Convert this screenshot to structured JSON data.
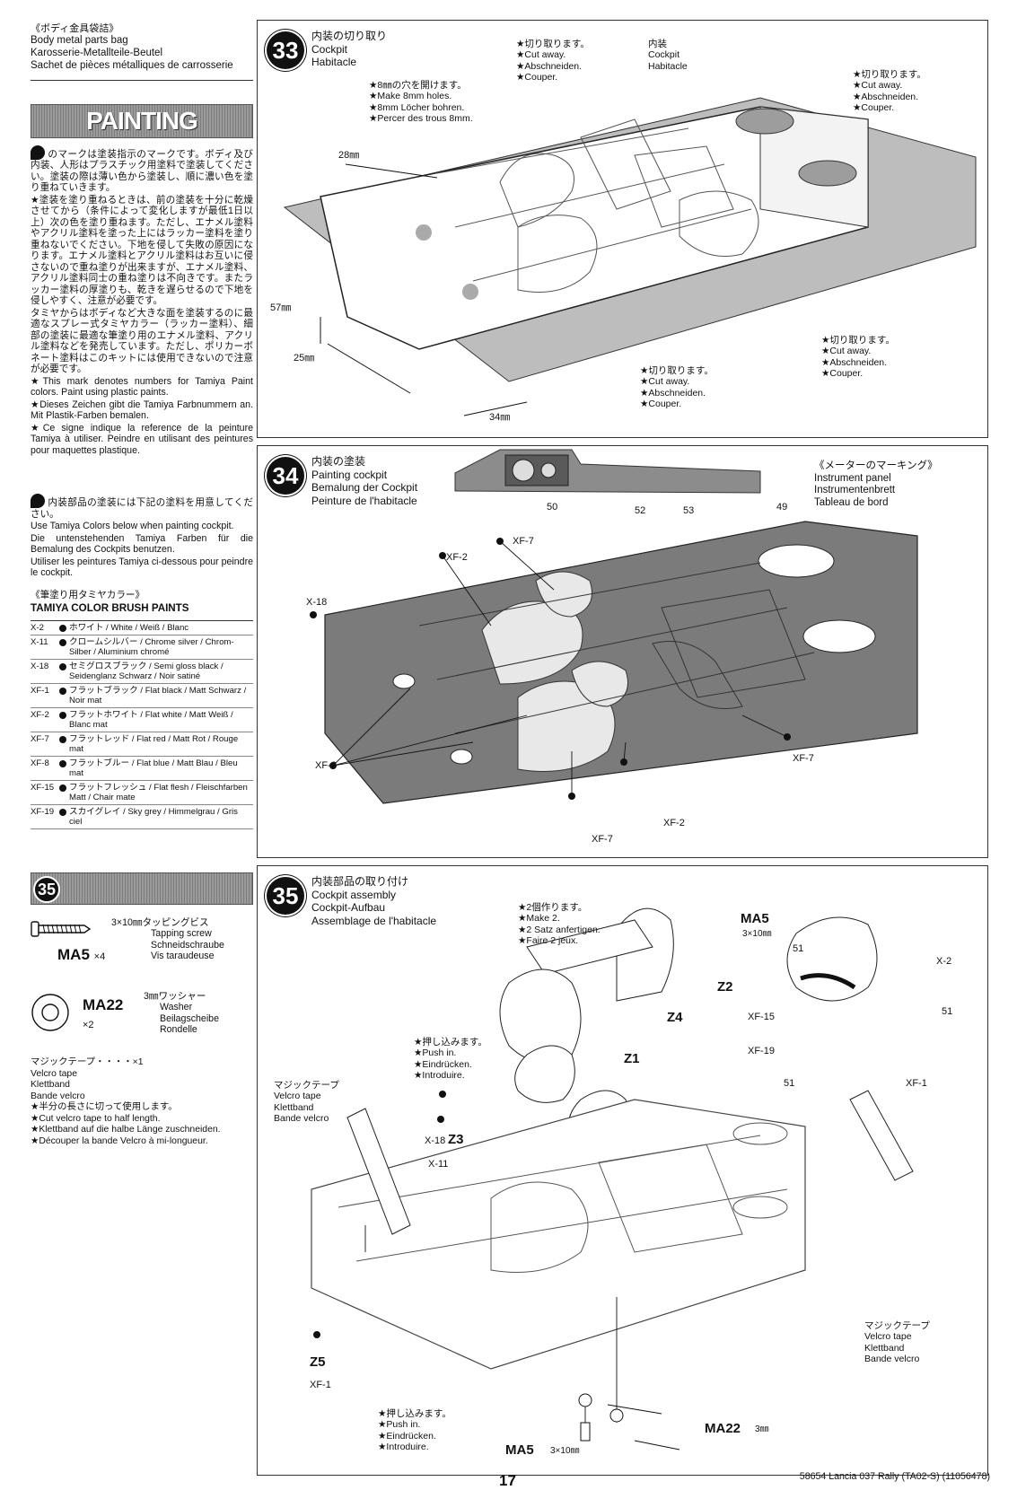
{
  "bag": {
    "jp": "《ボディ金具袋詰》",
    "en": "Body metal parts bag",
    "de": "Karosserie-Metallteile-Beutel",
    "fr": "Sachet de pièces métalliques de carrosserie"
  },
  "painting": {
    "title": "PAINTING",
    "mark_jp": "のマークは塗装指示のマークです。ボディ及び内装、人形はプラスチック用塗料で塗装してください。塗装の際は薄い色から塗装し、順に濃い色を塗り重ねていきます。",
    "star_jp": "★塗装を塗り重ねるときは、前の塗装を十分に乾燥させてから（条件によって変化しますが最低1日以上）次の色を塗り重ねます。ただし、エナメル塗料やアクリル塗料を塗った上にはラッカー塗料を塗り重ねないでください。下地を侵して失敗の原因になります。エナメル塗料とアクリル塗料はお互いに侵さないので重ね塗りが出来ますが、エナメル塗料、アクリル塗料同士の重ね塗りは不向きです。またラッカー塗料の厚塗りも、乾きを遅らせるので下地を侵しやすく、注意が必要です。",
    "spray_jp": "タミヤからはボディなど大きな面を塗装するのに最適なスプレー式タミヤカラー（ラッカー塗料）、細部の塗装に最適な筆塗り用のエナメル塗料、アクリル塗料などを発売しています。ただし、ポリカーボネート塗料はこのキットには使用できないので注意が必要です。",
    "en": "★This mark denotes numbers for Tamiya Paint colors. Paint using plastic paints.",
    "de": "★Dieses Zeichen gibt die Tamiya Farbnummern an. Mit Plastik-Farben bemalen.",
    "fr": "★Ce signe indique la reference de la peinture Tamiya à utiliser. Peindre en utilisant des peintures pour maquettes plastique."
  },
  "cockpit_paint": {
    "jp": "内装部品の塗装には下記の塗料を用意してください。",
    "en": "Use Tamiya Colors below when painting cockpit.",
    "de": "Die untenstehenden Tamiya Farben für die Bemalung des Cockpits benutzen.",
    "fr": "Utiliser les peintures Tamiya ci-dessous pour peindre le cockpit."
  },
  "brush": {
    "jp": "《筆塗り用タミヤカラー》",
    "en": "TAMIYA COLOR BRUSH PAINTS",
    "colors": [
      {
        "code": "X-2",
        "name": "ホワイト / White / Weiß / Blanc"
      },
      {
        "code": "X-11",
        "name": "クロームシルバー / Chrome silver / Chrom-Silber / Aluminium chromé"
      },
      {
        "code": "X-18",
        "name": "セミグロスブラック / Semi gloss black / Seidenglanz Schwarz / Noir satiné"
      },
      {
        "code": "XF-1",
        "name": "フラットブラック / Flat black / Matt Schwarz / Noir mat"
      },
      {
        "code": "XF-2",
        "name": "フラットホワイト / Flat white / Matt Weiß / Blanc mat"
      },
      {
        "code": "XF-7",
        "name": "フラットレッド / Flat red / Matt Rot / Rouge mat"
      },
      {
        "code": "XF-8",
        "name": "フラットブルー / Flat blue / Matt Blau / Bleu mat"
      },
      {
        "code": "XF-15",
        "name": "フラットフレッシュ / Flat flesh / Fleischfarben Matt / Chair mate"
      },
      {
        "code": "XF-19",
        "name": "スカイグレイ / Sky grey / Himmelgrau / Gris ciel"
      }
    ]
  },
  "parts35": {
    "step": "35",
    "ma5": {
      "name": "MA5",
      "qty": "×4",
      "jp": "3×10㎜タッピングビス",
      "en": "Tapping screw",
      "de": "Schneidschraube",
      "fr": "Vis taraudeuse"
    },
    "ma22": {
      "name": "MA22",
      "qty": "×2",
      "jp": "3㎜ワッシャー",
      "en": "Washer",
      "de": "Beilagscheibe",
      "fr": "Rondelle"
    },
    "velcro": {
      "jp": "マジックテープ・・・・×1",
      "en": "Velcro tape",
      "de": "Klettband",
      "fr": "Bande velcro",
      "half_jp": "★半分の長さに切って使用します。",
      "half_en": "★Cut velcro tape to half length.",
      "half_de": "★Klettband auf die halbe Länge zuschneiden.",
      "half_fr": "★Découper la bande Velcro à mi-longueur."
    }
  },
  "step33": {
    "num": "33",
    "jp": "内装の切り取り",
    "en": "Cockpit",
    "fr": "Habitacle",
    "cut_top": {
      "jp": "★切り取ります。",
      "en": "★Cut away.",
      "de": "★Abschneiden.",
      "fr": "★Couper."
    },
    "cockpit_label": {
      "jp": "内装",
      "en": "Cockpit",
      "fr": "Habitacle"
    },
    "cut_right": {
      "jp": "★切り取ります。",
      "en": "★Cut away.",
      "de": "★Abschneiden.",
      "fr": "★Couper."
    },
    "holes": {
      "jp": "★8㎜の穴を開けます。",
      "en": "★Make 8mm holes.",
      "de": "★8mm Löcher bohren.",
      "fr": "★Percer des trous 8mm."
    },
    "dim1": "28㎜",
    "dim2": "57㎜",
    "dim3": "25㎜",
    "dim4": "34㎜",
    "cut_bottom": {
      "jp": "★切り取ります。",
      "en": "★Cut away.",
      "de": "★Abschneiden.",
      "fr": "★Couper."
    },
    "cut_br": {
      "jp": "★切り取ります。",
      "en": "★Cut away.",
      "de": "★Abschneiden.",
      "fr": "★Couper."
    }
  },
  "step34": {
    "num": "34",
    "jp": "内装の塗装",
    "en": "Painting cockpit",
    "de": "Bemalung der Cockpit",
    "fr": "Peinture de l'habitacle",
    "meter": {
      "jp": "《メーターのマーキング》",
      "en": "Instrument panel",
      "de": "Instrumentenbrett",
      "fr": "Tableau de bord"
    },
    "marks": [
      "50",
      "52",
      "53",
      "49"
    ],
    "colors": {
      "a": "XF-2",
      "b": "XF-7",
      "c": "X-18",
      "d": "XF-8",
      "e": "XF-7",
      "f": "XF-2",
      "g": "XF-7"
    }
  },
  "step35": {
    "num": "35",
    "jp": "内装部品の取り付け",
    "en": "Cockpit assembly",
    "de": "Cockpit-Aufbau",
    "fr": "Assemblage de l'habitacle",
    "make2": {
      "jp": "★2個作ります。",
      "en": "★Make 2.",
      "de": "★2 Satz anfertigen.",
      "fr": "★Faire 2 jeux."
    },
    "ma5": "MA5",
    "ma5_size": "3×10㎜",
    "z2": "Z2",
    "z4": "Z4",
    "z1": "Z1",
    "helmet": {
      "m1": "51",
      "m2": "51",
      "m3": "51",
      "c1": "X-2",
      "c2": "XF-15",
      "c3": "XF-19",
      "c4": "XF-1"
    },
    "push": {
      "jp": "★押し込みます。",
      "en": "★Push in.",
      "de": "★Eindrücken.",
      "fr": "★Introduire."
    },
    "velcro_l": {
      "jp": "マジックテープ",
      "en": "Velcro tape",
      "de": "Klettband",
      "fr": "Bande velcro"
    },
    "x18": "X-18",
    "z3": "Z3",
    "x11": "X-11",
    "z5": "Z5",
    "xf1": "XF-1",
    "velcro_r": {
      "jp": "マジックテープ",
      "en": "Velcro tape",
      "de": "Klettband",
      "fr": "Bande velcro"
    },
    "push2": {
      "jp": "★押し込みます。",
      "en": "★Push in.",
      "de": "★Eindrücken.",
      "fr": "★Introduire."
    },
    "ma22": "MA22",
    "ma22_size": "3㎜",
    "ma5b": "MA5",
    "ma5b_size": "3×10㎜"
  },
  "footer": {
    "page": "17",
    "code": "58654 Lancia 037 Rally (TA02-S) (11056478)"
  }
}
